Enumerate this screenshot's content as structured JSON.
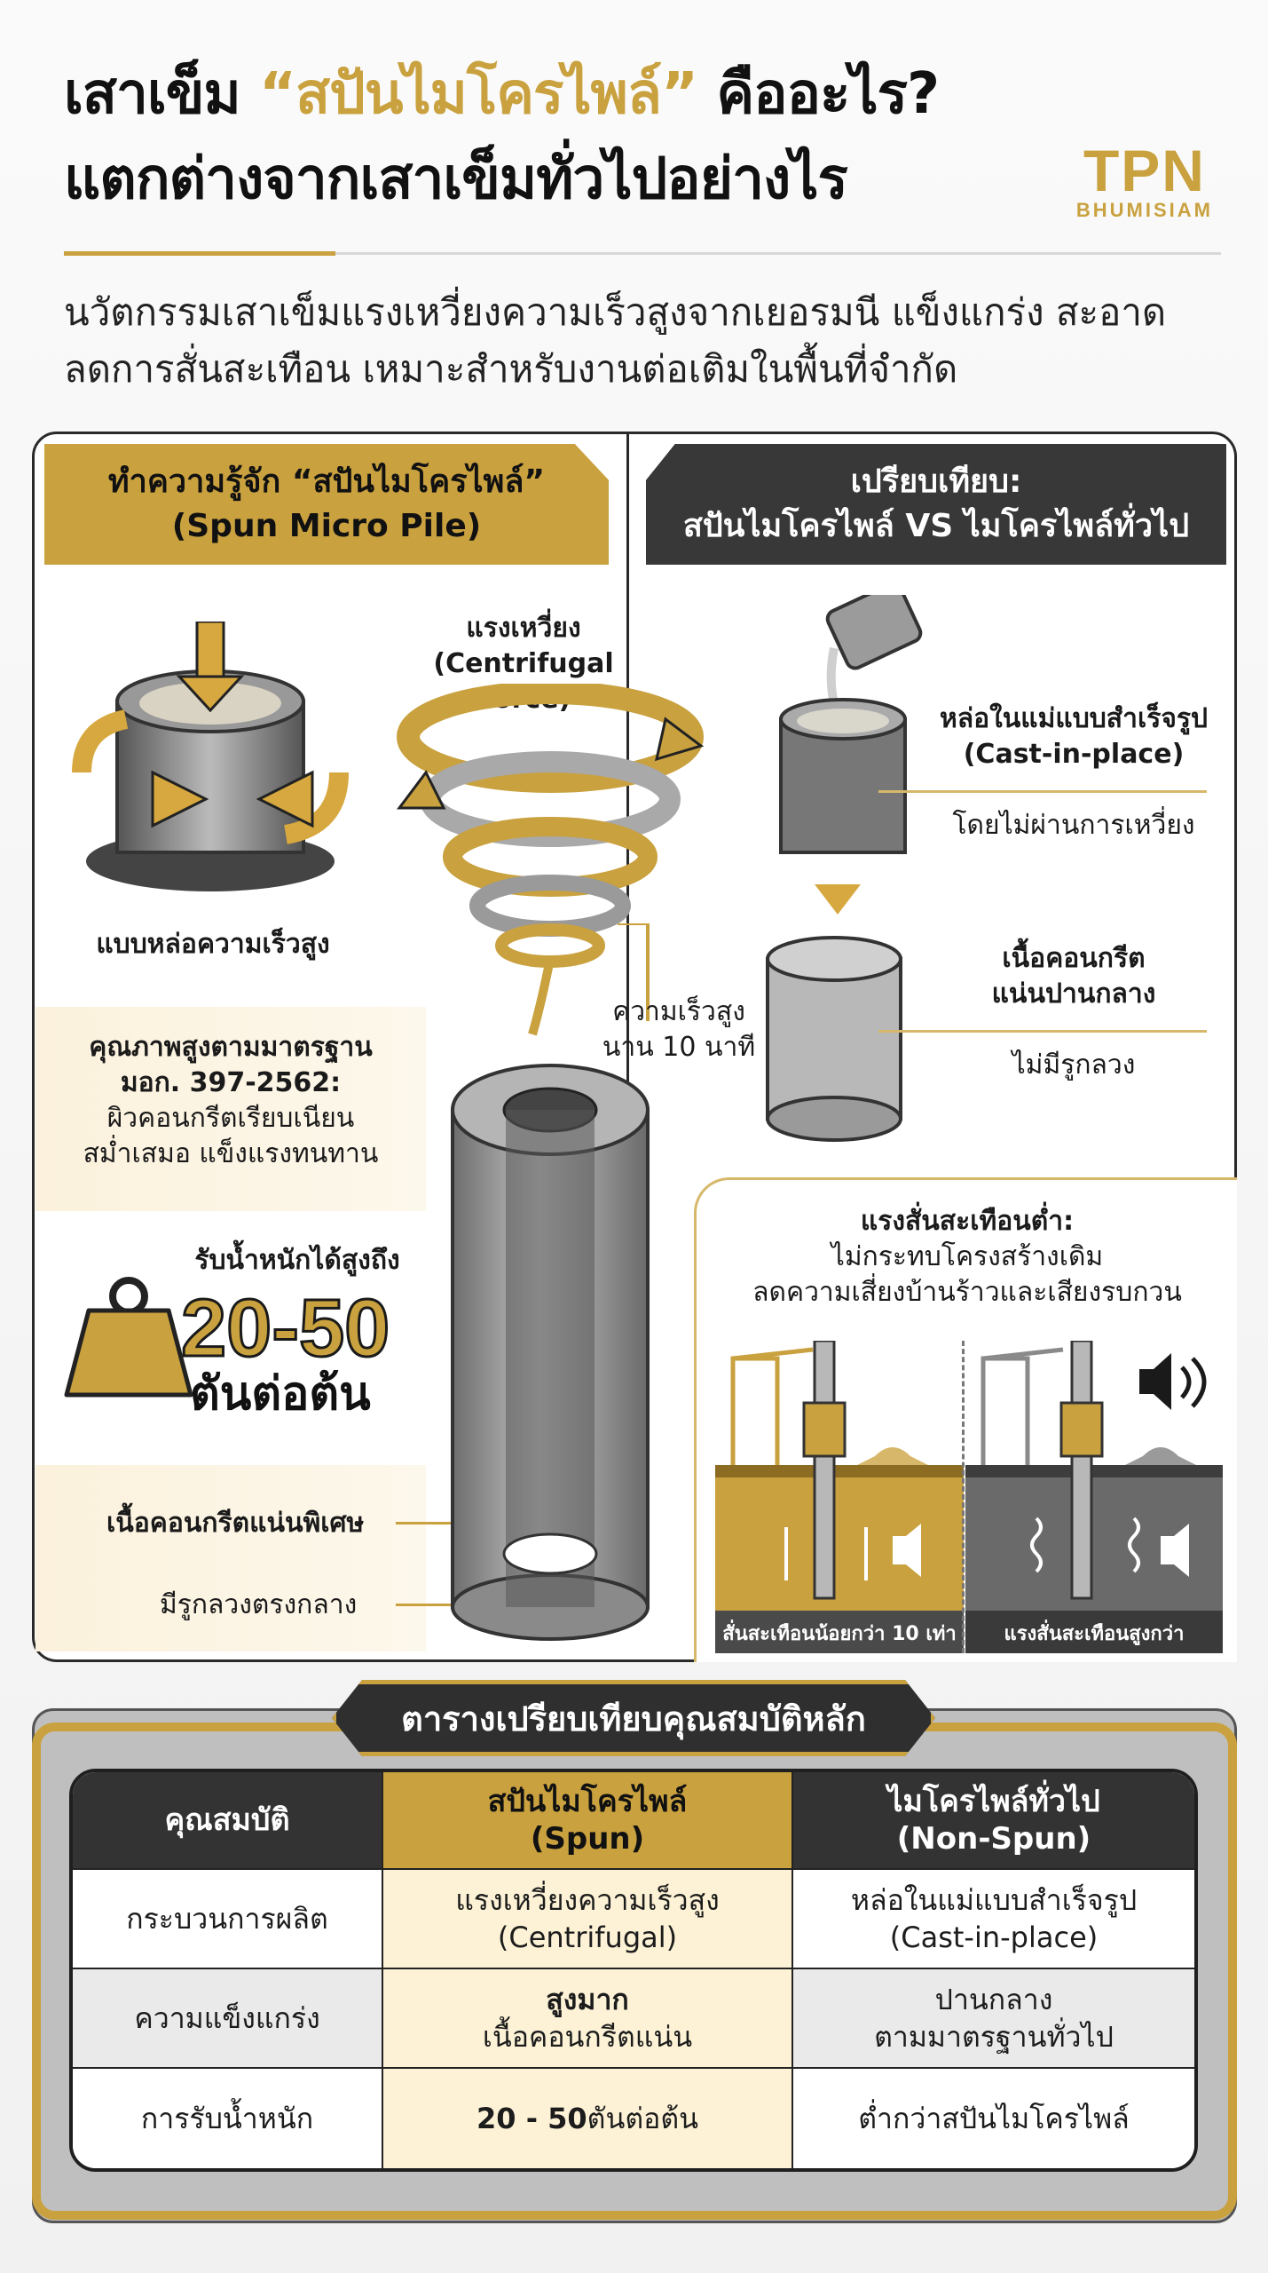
{
  "header": {
    "title_line1_a": "เสาเข็ม ",
    "title_line1_gold": "“สปันไมโครไพล์”",
    "title_line1_b": " คืออะไร?",
    "title_line2": "แตกต่างจากเสาเข็มทั่วไปอย่างไร",
    "logo_main": "TPN",
    "logo_sub": "BHUMISIAM",
    "subtitle_line1": "นวัตกรรมเสาเข็มแรงเหวี่ยงความเร็วสูงจากเยอรมนี แข็งแกร่ง สะอาด",
    "subtitle_line2": "ลดการสั่นสะเทือน เหมาะสำหรับงานต่อเติมในพื้นที่จำกัด"
  },
  "left_panel": {
    "title_1": "ทำความรู้จัก “สปันไมโครไพล์”",
    "title_2": "(Spun Micro Pile)",
    "mold_label": "แบบหล่อความเร็วสูง",
    "force_label_1": "แรงเหวี่ยง",
    "force_label_2": "(Centrifugal Force)",
    "speed_label_1": "ความเร็วสูง",
    "speed_label_2": "นาน 10 นาที",
    "quality_1": "คุณภาพสูงตามมาตรฐาน",
    "quality_2": "มอก. 397-2562:",
    "quality_3": "ผิวคอนกรีตเรียบเนียน",
    "quality_4": "สม่ำเสมอ แข็งแรงทนทาน",
    "load_label": "รับน้ำหนักได้สูงถึง",
    "load_value": "20-50",
    "load_unit": "ตันต่อต้น",
    "density_label": "เนื้อคอนกรีตแน่นพิเศษ",
    "hole_label": "มีรูกลวงตรงกลาง"
  },
  "right_panel": {
    "title_1": "เปรียบเทียบ:",
    "title_2": "สปันไมโครไพล์ VS ไมโครไพล์ทั่วไป",
    "cast_1": "หล่อในแม่แบบสำเร็จรูป",
    "cast_2": "(Cast-in-place)",
    "cast_note": "โดยไม่ผ่านการเหวี่ยง",
    "conc_1": "เนื้อคอนกรีต",
    "conc_2": "แน่นปานกลาง",
    "conc_note": "ไม่มีรูกลวง",
    "vib_1": "แรงสั่นสะเทือนต่ำ:",
    "vib_2": "ไม่กระทบโครงสร้างเดิม",
    "vib_3": "ลดความเสี่ยงบ้านร้าวและเสียงรบกวน",
    "vib_left": "สั่นสะเทือนน้อยกว่า 10 เท่า",
    "vib_right": "แรงสั่นสะเทือนสูงกว่า"
  },
  "table": {
    "banner": "ตารางเปรียบเทียบคุณสมบัติหลัก",
    "h1": "คุณสมบัติ",
    "h2_1": "สปันไมโครไพล์",
    "h2_2": "(Spun)",
    "h3_1": "ไมโครไพล์ทั่วไป",
    "h3_2": "(Non-Spun)",
    "r1_a": "กระบวนการผลิต",
    "r1_b1": "แรงเหวี่ยงความเร็วสูง",
    "r1_b2": "(Centrifugal)",
    "r1_c1": "หล่อในแม่แบบสำเร็จรูป",
    "r1_c2": "(Cast-in-place)",
    "r2_a": "ความแข็งแกร่ง",
    "r2_b1": "สูงมาก",
    "r2_b2": "เนื้อคอนกรีตแน่น",
    "r2_c1": "ปานกลาง",
    "r2_c2": "ตามมาตรฐานทั่วไป",
    "r3_a": "การรับน้ำหนัก",
    "r3_b_num": "20 - 50",
    "r3_b_unit": " ตันต่อต้น",
    "r3_c": "ต่ำกว่าสปันไมโครไพล์"
  },
  "colors": {
    "gold": "#c9a13f",
    "dark": "#333333",
    "cream": "#fdf2d6"
  }
}
